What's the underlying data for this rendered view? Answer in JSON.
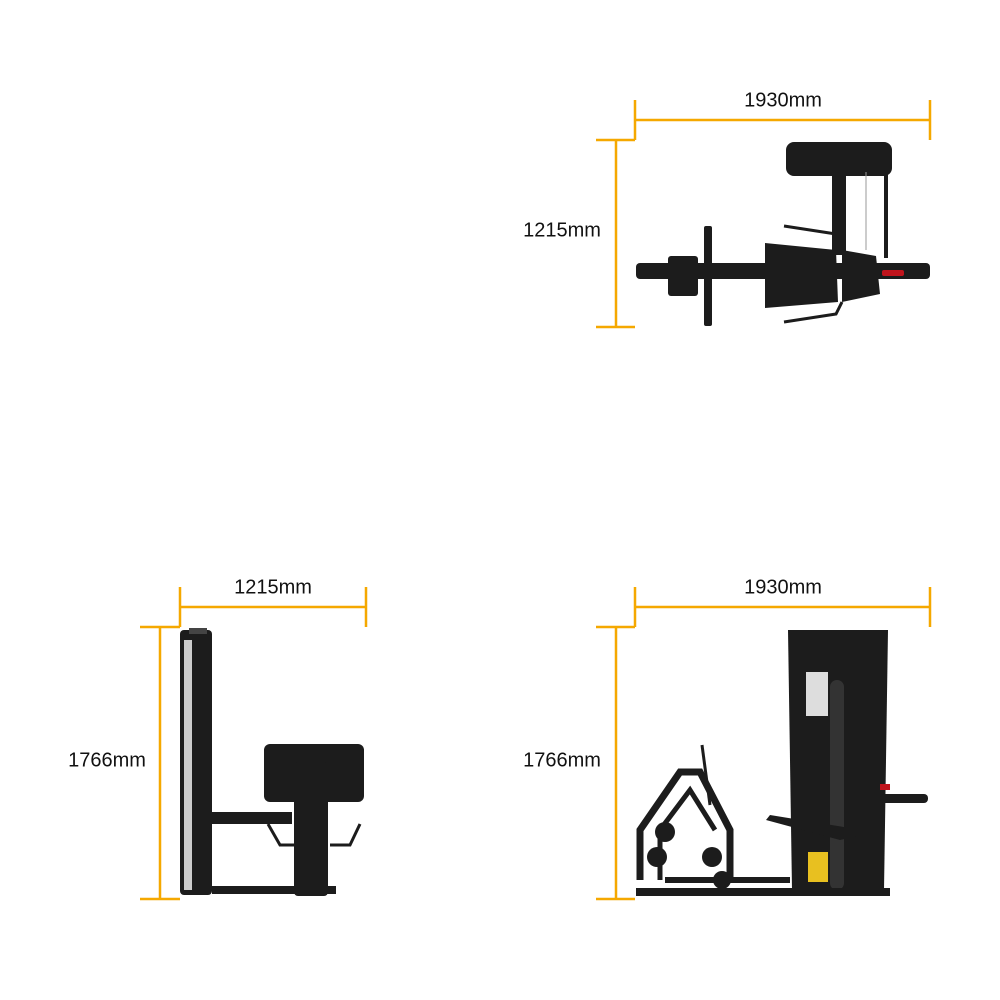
{
  "colors": {
    "dimension_line": "#f5a800",
    "machine": "#1c1c1c",
    "accent_red": "#c0141c"
  },
  "top_view": {
    "width_label": "1930mm",
    "depth_label": "1215mm"
  },
  "side_view": {
    "depth_label": "1215mm",
    "height_label": "1766mm"
  },
  "front_view": {
    "width_label": "1930mm",
    "height_label": "1766mm"
  }
}
